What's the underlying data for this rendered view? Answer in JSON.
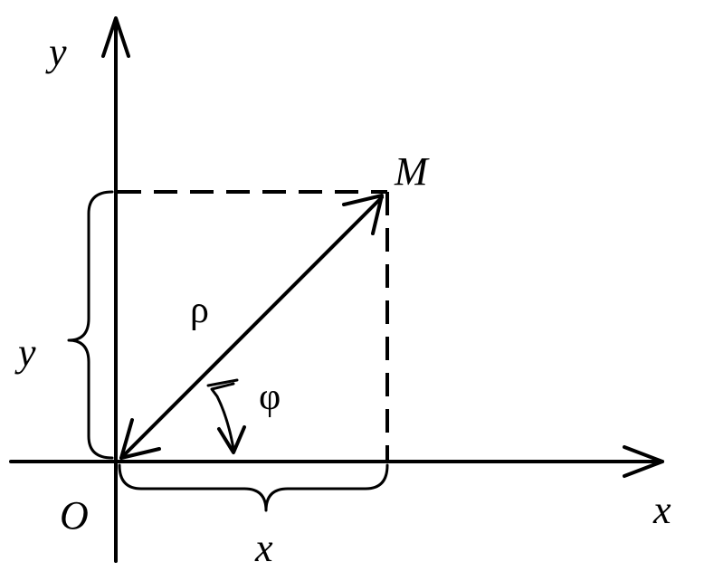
{
  "labels": {
    "y_axis": "y",
    "x_axis": "x",
    "origin": "O",
    "point": "M",
    "radius": "ρ",
    "angle": "φ",
    "y_brace": "y",
    "x_brace": "x"
  },
  "colors": {
    "stroke": "#000000",
    "background": "#ffffff"
  }
}
